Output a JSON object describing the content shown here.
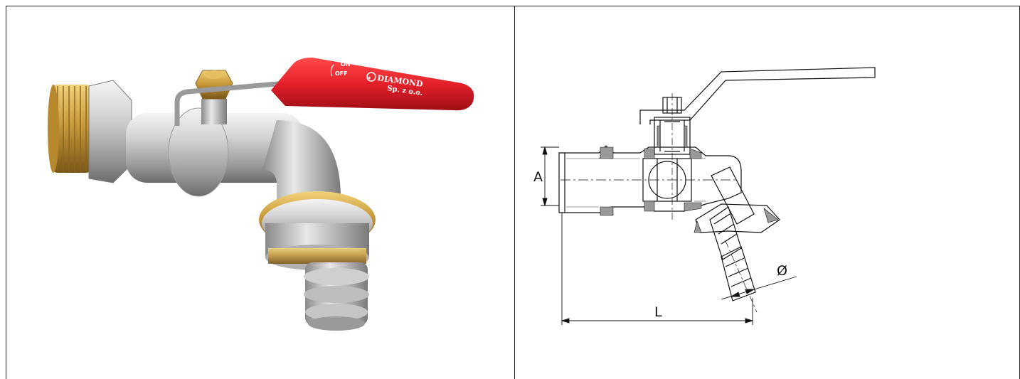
{
  "photo": {
    "handle_color": "#e4202a",
    "brass_color": "#c89a3a",
    "nickel_color": "#c9c9c9",
    "brand_name": "DIAMOND",
    "brand_sub": "Sp. z o.o.",
    "on_label": "ON",
    "off_label": "OFF"
  },
  "drawing": {
    "dim_a": "A",
    "dim_l": "L",
    "dim_diameter": "Ø"
  }
}
